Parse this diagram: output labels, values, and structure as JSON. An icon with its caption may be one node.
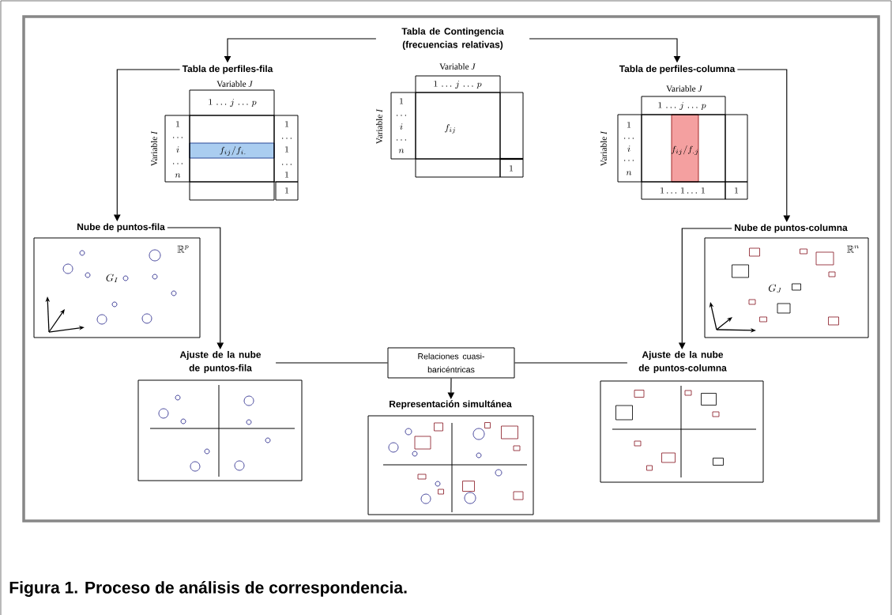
{
  "diagram": {
    "caption": "Figura 1. Proceso de análisis de correspondencia.",
    "nodes": [
      {
        "text": [
          "Tabla de Contingencia (frecuencias relativas)"
        ]
      },
      {
        "text": [
          "Tabla de perfiles-fila"
        ]
      },
      {
        "text": [
          "Tabla de perfiles-columna"
        ]
      },
      {
        "text": [
          "Nube de puntos-fila",
          "\\mathbb{R}^p",
          "G_I"
        ]
      },
      {
        "text": [
          "Nube de puntos-columna",
          "\\mathbb{R}^n",
          "G_J"
        ]
      },
      {
        "text": [
          "Ajuste de la nube de puntos-fila"
        ]
      },
      {
        "text": [
          "Ajuste de la nube de puntos-columna"
        ]
      },
      {
        "text": [
          "Relaciones cuasi-baricéntricas"
        ]
      },
      {
        "text": [
          "Representación simultánea"
        ]
      },
      {
        "text": [
          "Variable *J*",
          "1\\,\\ldots\\,j\\,\\ldots\\,p",
          "Variable *I*",
          "1",
          "\\ldots",
          "i",
          "\\ldots",
          "n",
          "f_{ij}/f_{i.}",
          "1",
          "\\ldots",
          "1",
          "\\ldots",
          "1",
          "1"
        ]
      },
      {
        "text": [
          "Variable *J*",
          "1\\,\\ldots\\,j\\,\\ldots\\,p",
          "Variable *I*",
          "1",
          "\\ldots",
          "i",
          "\\ldots",
          "n",
          "f_{ij}",
          "1"
        ]
      },
      {
        "text": [
          "Variable *J*",
          "1\\,\\ldots\\,j\\,\\ldots\\,p",
          "Variable *I*",
          "1",
          "\\ldots",
          "i",
          "\\ldots",
          "n",
          "f_{ij}/f_{.j}",
          "1\\ldots\\,1\\ldots\\,1",
          "1"
        ]
      }
    ],
    "edges": [
      {
        "from": 0,
        "to": 1,
        "arrow": "to"
      },
      {
        "from": 0,
        "to": 2,
        "arrow": "to"
      },
      {
        "from": 1,
        "to": 3,
        "arrow": "to"
      },
      {
        "from": 2,
        "to": 4,
        "arrow": "to"
      },
      {
        "from": 3,
        "to": 5,
        "arrow": "to"
      },
      {
        "from": 4,
        "to": 6,
        "arrow": "to"
      },
      {
        "from": 5,
        "to": 7,
        "arrow": "none"
      },
      {
        "from": 6,
        "to": 7,
        "arrow": "none"
      },
      {
        "from": 7,
        "to": 8,
        "arrow": "to"
      }
    ]
  }
}
